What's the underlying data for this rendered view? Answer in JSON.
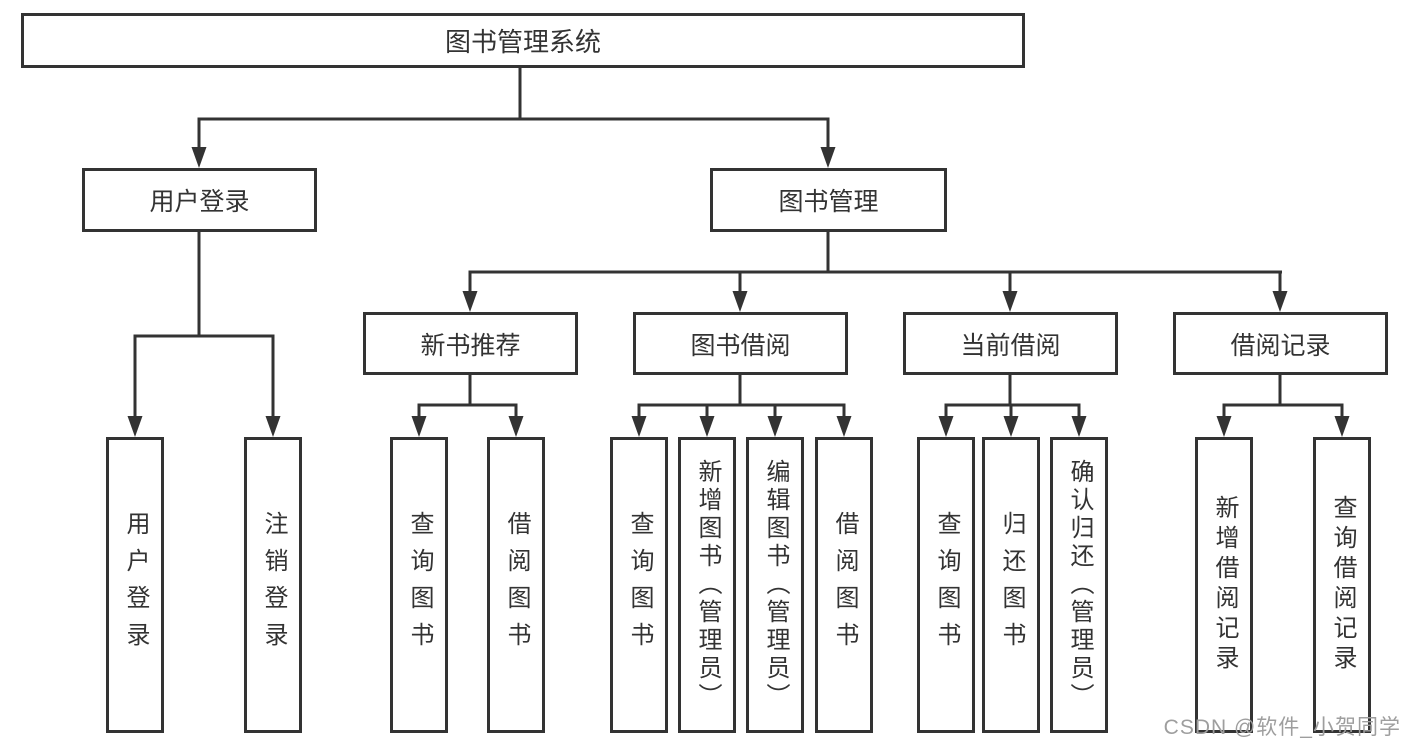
{
  "nodes": {
    "root": "图书管理系统",
    "user_login": "用户登录",
    "book_management": "图书管理",
    "new_book_recommendation": "新书推荐",
    "book_borrowing": "图书借阅",
    "current_borrowing": "当前借阅",
    "borrowing_records": "借阅记录"
  },
  "leaves": {
    "user_login": "用户登录",
    "logout": "注销登录",
    "rec_query_book": "查询图书",
    "rec_borrow_book": "借阅图书",
    "borrow_query_book": "查询图书",
    "borrow_add_book": "新增图书（管理员）",
    "borrow_edit_book": "编辑图书（管理员）",
    "borrow_borrow_book": "借阅图书",
    "current_query_book": "查询图书",
    "current_return_book": "归还图书",
    "current_confirm_return": "确认归还（管理员）",
    "records_add_record": "新增借阅记录",
    "records_query_record": "查询借阅记录"
  },
  "watermark": "CSDN @软件_小贺同学",
  "colors": {
    "line": "#333333",
    "text": "#333333",
    "watermark": "#9e9e9e",
    "background": "#ffffff"
  }
}
